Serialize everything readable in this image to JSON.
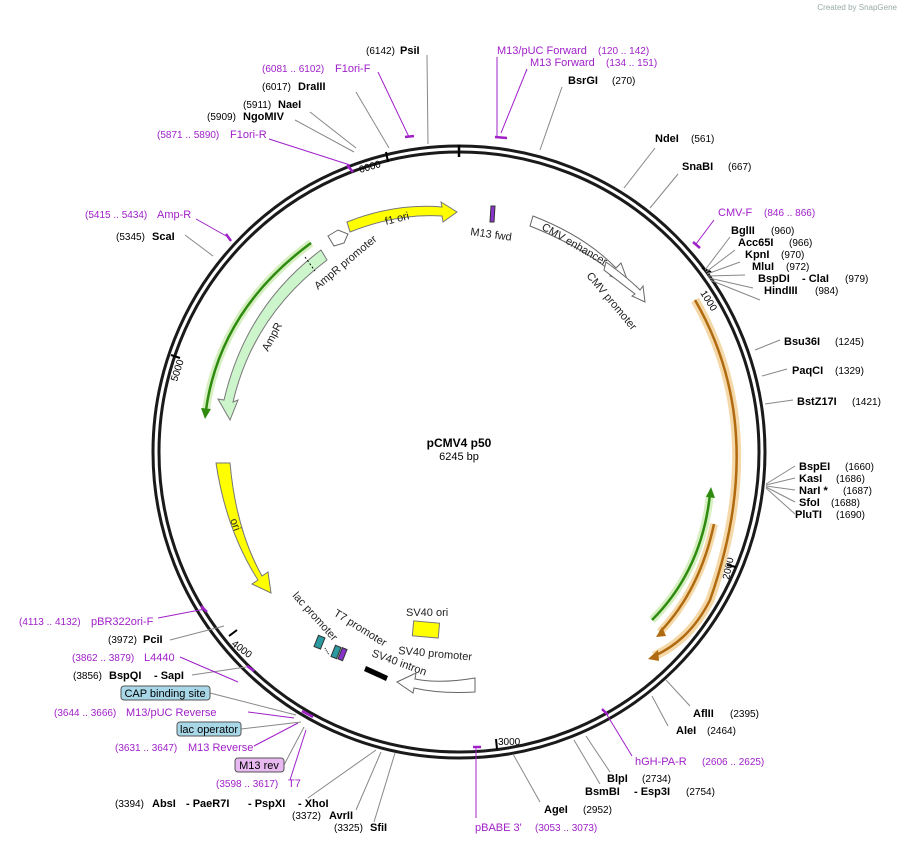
{
  "credit": "Created by SnapGene",
  "plasmid": {
    "name": "pCMV4 p50",
    "length_label": "6245 bp"
  },
  "ticks": [
    "1000",
    "2000",
    "3000",
    "4000",
    "5000",
    "6000"
  ],
  "enzymes": [
    {
      "name": "PsiI",
      "pos": "(6142)"
    },
    {
      "name": "DraIII",
      "pos": "(6017)"
    },
    {
      "name": "NaeI",
      "pos": "(5911)"
    },
    {
      "name": "NgoMIV",
      "pos": "(5909)"
    },
    {
      "name": "BsrGI",
      "pos": "(270)"
    },
    {
      "name": "NdeI",
      "pos": "(561)"
    },
    {
      "name": "SnaBI",
      "pos": "(667)"
    },
    {
      "name": "BglII",
      "pos": "(960)"
    },
    {
      "name": "Acc65I",
      "pos": "(966)"
    },
    {
      "name": "KpnI",
      "pos": "(970)"
    },
    {
      "name": "MluI",
      "pos": "(972)"
    },
    {
      "name": "BspDI",
      "pos": ""
    },
    {
      "name": "- ClaI",
      "pos": "(979)"
    },
    {
      "name": "HindIII",
      "pos": "(984)"
    },
    {
      "name": "Bsu36I",
      "pos": "(1245)"
    },
    {
      "name": "PaqCI",
      "pos": "(1329)"
    },
    {
      "name": "BstZ17I",
      "pos": "(1421)"
    },
    {
      "name": "BspEI",
      "pos": "(1660)"
    },
    {
      "name": "KasI",
      "pos": "(1686)"
    },
    {
      "name": "NarI *",
      "pos": "(1687)"
    },
    {
      "name": "SfoI",
      "pos": "(1688)"
    },
    {
      "name": "PluTI",
      "pos": "(1690)"
    },
    {
      "name": "AflII",
      "pos": "(2395)"
    },
    {
      "name": "AleI",
      "pos": "(2464)"
    },
    {
      "name": "BlpI",
      "pos": "(2734)"
    },
    {
      "name": "BsmBI",
      "pos": ""
    },
    {
      "name": "- Esp3I",
      "pos": "(2754)"
    },
    {
      "name": "AgeI",
      "pos": "(2952)"
    },
    {
      "name": "SfiI",
      "pos": "(3325)"
    },
    {
      "name": "AvrII",
      "pos": "(3372)"
    },
    {
      "name": "AbsI",
      "pos": "(3394)"
    },
    {
      "name": "- PaeR7I",
      "pos": ""
    },
    {
      "name": "- PspXI",
      "pos": ""
    },
    {
      "name": "- XhoI",
      "pos": ""
    },
    {
      "name": "BspQI",
      "pos": "(3856)"
    },
    {
      "name": "- SapI",
      "pos": ""
    },
    {
      "name": "PciI",
      "pos": "(3972)"
    },
    {
      "name": "ScaI",
      "pos": "(5345)"
    }
  ],
  "primers": [
    {
      "name": "M13/pUC Forward",
      "pos": "(120 .. 142)"
    },
    {
      "name": "M13 Forward",
      "pos": "(134 .. 151)"
    },
    {
      "name": "F1ori-F",
      "pos": "(6081 .. 6102)"
    },
    {
      "name": "F1ori-R",
      "pos": "(5871 .. 5890)"
    },
    {
      "name": "Amp-R",
      "pos": "(5415 .. 5434)"
    },
    {
      "name": "CMV-F",
      "pos": "(846 .. 866)"
    },
    {
      "name": "hGH-PA-R",
      "pos": "(2606 .. 2625)"
    },
    {
      "name": "pBABE 3'",
      "pos": "(3053 .. 3073)"
    },
    {
      "name": "T7",
      "pos": "(3598 .. 3617)"
    },
    {
      "name": "M13 Reverse",
      "pos": "(3631 .. 3647)"
    },
    {
      "name": "M13/pUC Reverse",
      "pos": "(3644 .. 3666)"
    },
    {
      "name": "L4440",
      "pos": "(3862 .. 3879)"
    },
    {
      "name": "pBR322ori-F",
      "pos": "(4113 .. 4132)"
    }
  ],
  "boxes": [
    {
      "name": "CAP binding site",
      "color": "#a8d8e8"
    },
    {
      "name": "lac operator",
      "color": "#a8d8e8"
    },
    {
      "name": "M13 rev",
      "color": "#e8b8f0"
    }
  ],
  "features": {
    "f1_ori": "f1 ori",
    "ampr_promoter": "AmpR promoter",
    "ampr": "AmpR",
    "ori": "ori",
    "m13_fwd": "M13 fwd",
    "cmv_enhancer": "CMV enhancer",
    "cmv_promoter": "CMV promoter",
    "sv40_ori": "SV40 ori",
    "sv40_promoter": "SV40 promoter",
    "sv40_intron": "SV40 intron",
    "lac_promoter": "lac promoter",
    "t7_promoter": "T7 promoter"
  },
  "colors": {
    "backbone": "#1a1a1a",
    "primer": "#a020c8",
    "ori": "#ffff00",
    "ampr": "#ccf5cc",
    "orange_orf": "#e8a030",
    "green_orf": "#66bb33"
  }
}
